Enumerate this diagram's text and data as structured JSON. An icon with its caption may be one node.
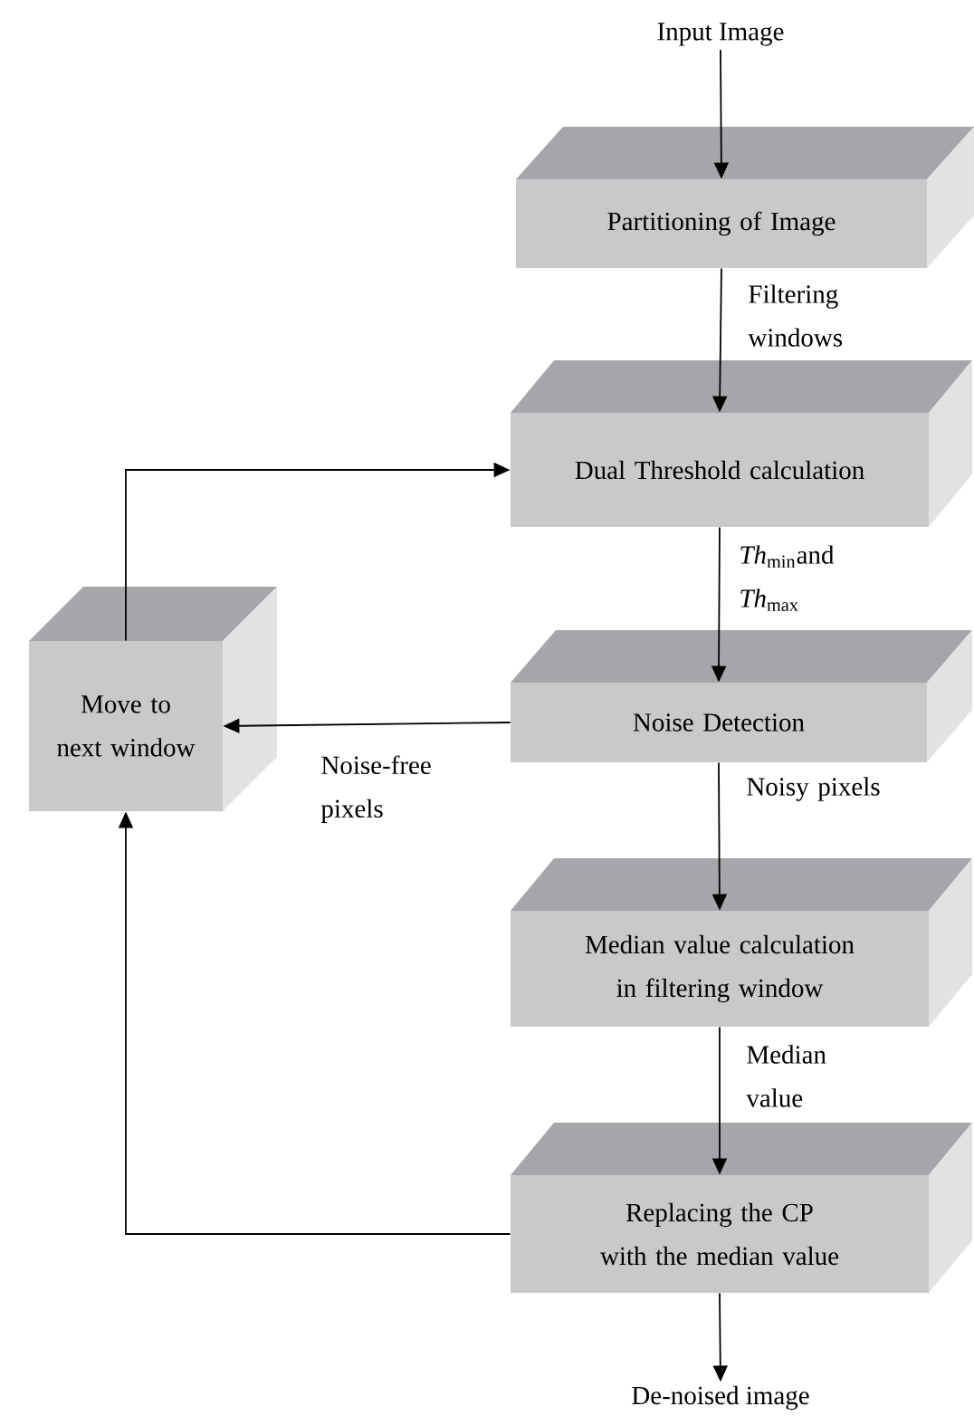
{
  "diagram": {
    "nodes": [
      {
        "text": [
          "Input Image"
        ]
      },
      {
        "text": [
          "Partitioning of Image"
        ]
      },
      {
        "text": [
          "Dual Threshold calculation"
        ]
      },
      {
        "text": [
          "Noise Detection"
        ]
      },
      {
        "text": [
          "Move to next window"
        ]
      },
      {
        "text": [
          "Median value calculation in filtering window"
        ]
      },
      {
        "text": [
          "Replacing the CP with the median value"
        ]
      },
      {
        "text": [
          "De-noised image"
        ]
      }
    ],
    "edges": [
      {
        "from": 0,
        "to": 1,
        "arrow": "to"
      },
      {
        "from": 1,
        "to": 2,
        "arrow": "to",
        "label": "Filtering windows"
      },
      {
        "from": 2,
        "to": 3,
        "arrow": "to",
        "label": "*Th*$_{min}$and *Th*$_{max}$"
      },
      {
        "from": 3,
        "to": 4,
        "arrow": "to",
        "label": "Noise-free pixels"
      },
      {
        "from": 3,
        "to": 5,
        "arrow": "to",
        "label": "Noisy pixels"
      },
      {
        "from": 5,
        "to": 6,
        "arrow": "to",
        "label": "Median value"
      },
      {
        "from": 6,
        "to": 4,
        "arrow": "to"
      },
      {
        "from": 4,
        "to": 2,
        "arrow": "to"
      },
      {
        "from": 6,
        "to": 7,
        "arrow": "to"
      }
    ]
  }
}
